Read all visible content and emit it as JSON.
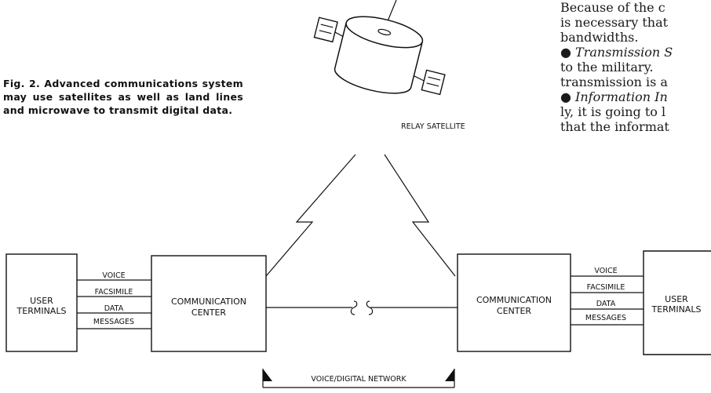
{
  "caption": "Fig. 2. Advanced communications system may use satellites as well as land lines and microwave to transmit digital data.",
  "body_text": {
    "line1": "Because of the c",
    "line2": "is necessary that",
    "line3": "bandwidths.",
    "item1_title": "Transmission S",
    "item1_line2": "to the military.",
    "item1_line3": "transmission is a",
    "item2_title": "Information In",
    "item2_line2": "ly, it is going to l",
    "item2_line3": "that the informat"
  },
  "diagram": {
    "satellite_label": "RELAY SATELLITE",
    "left": {
      "terminals_line1": "USER",
      "terminals_line2": "TERMINALS",
      "center_line1": "COMMUNICATION",
      "center_line2": "CENTER",
      "channels": [
        "VOICE",
        "FACSIMILE",
        "DATA",
        "MESSAGES"
      ]
    },
    "right": {
      "terminals_line1": "USER",
      "terminals_line2": "TERMINALS",
      "center_line1": "COMMUNICATION",
      "center_line2": "CENTER",
      "channels": [
        "VOICE",
        "FACSIMILE",
        "DATA",
        "MESSAGES"
      ]
    },
    "network_label": "VOICE/DIGITAL NETWORK"
  }
}
